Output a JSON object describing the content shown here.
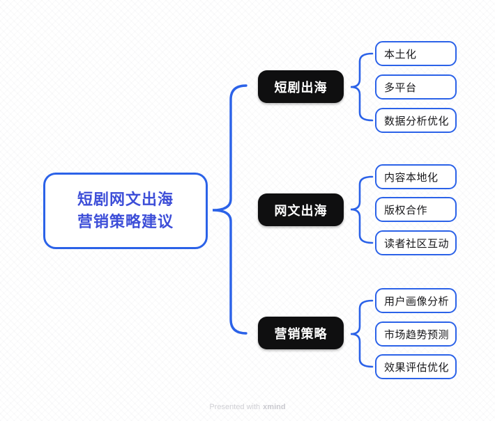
{
  "title": "短剧网文出海营销策略建议",
  "root": {
    "line1": "短剧网文出海",
    "line2": "营销策略建议"
  },
  "branches": [
    {
      "label": "短剧出海",
      "children": [
        "本土化",
        "多平台",
        "数据分析优化"
      ]
    },
    {
      "label": "网文出海",
      "children": [
        "内容本地化",
        "版权合作",
        "读者社区互动"
      ]
    },
    {
      "label": "营销策略",
      "children": [
        "用户画像分析",
        "市场趋势预测",
        "效果评估优化"
      ]
    }
  ],
  "footer": {
    "prefix": "Presented with",
    "brand": "xmind"
  },
  "colors": {
    "accent_blue": "#2b62e8",
    "root_text_blue": "#3d4ed8",
    "branch_bg": "#0f0f10",
    "branch_text": "#ffffff",
    "leaf_text": "#17171a",
    "watermark_gray": "#cfcfd4",
    "background": "#ffffff"
  }
}
